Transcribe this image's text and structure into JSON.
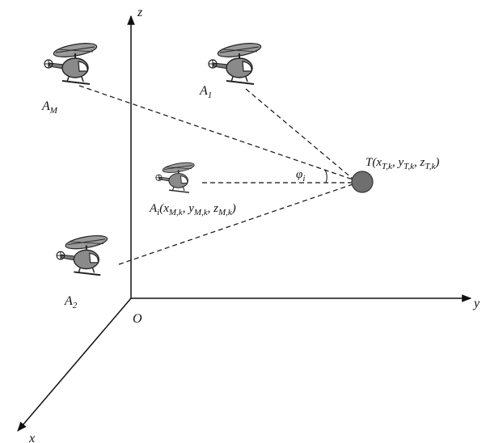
{
  "axes": {
    "z": "z",
    "y": "y",
    "x": "x",
    "origin": "O"
  },
  "target": {
    "label": "T(x",
    "sub_x": "T,k",
    "sep1": ", y",
    "sub_y": "T,k",
    "sep2": ", z",
    "sub_z": "T,k",
    "close": ")",
    "color": "#6f6f6f"
  },
  "angle": {
    "symbol": "φ",
    "sub": "i"
  },
  "aircraft": [
    {
      "id": "AM",
      "label": "A",
      "sub": "M"
    },
    {
      "id": "A1",
      "label": "A",
      "sub": "1"
    },
    {
      "id": "Ai",
      "label": "A",
      "sub": "i",
      "coord_open": "(x",
      "sub_x": "M,k",
      "sep1": ", y",
      "sub_y": "M,k",
      "sep2": ", z",
      "sub_z": "M,k",
      "close": ")"
    },
    {
      "id": "A2",
      "label": "A",
      "sub": "2"
    }
  ],
  "colors": {
    "line": "#111111",
    "heli_body": "#8a8a8a",
    "heli_rotor": "#9a9a9a"
  }
}
